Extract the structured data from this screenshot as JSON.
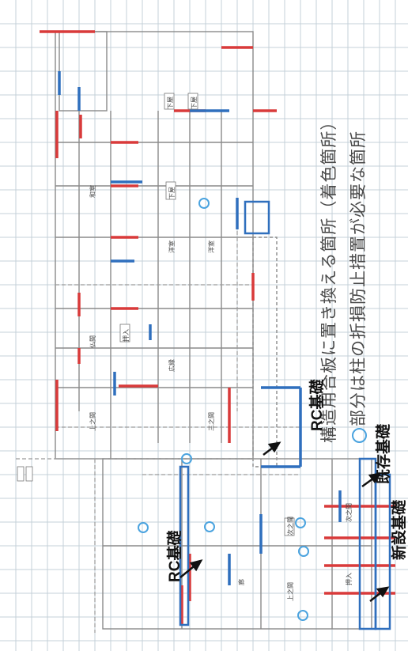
{
  "notes": {
    "replace": "構造用合板に置き換える箇所（着色箇所）",
    "circle_suffix": "部分は柱の折損防止措置が必要な箇所"
  },
  "labels": {
    "rc_left": "RC基礎",
    "rc_mid": "RC基礎",
    "existing": "既存基礎",
    "new": "新設基礎"
  },
  "rooms": [
    "下屋",
    "下屋",
    "下屋",
    "和室",
    "洋室",
    "洋室",
    "仏間",
    "押入",
    "上之間",
    "三之間",
    "広縁",
    "上之間",
    "次之間",
    "押入",
    "次之間",
    "廊"
  ],
  "colors": {
    "red": "#d93a3a",
    "blue": "#2f6fbd",
    "grid": "#b9c7d0",
    "wall": "#8a8a8a",
    "circle": "#4aa3df"
  }
}
